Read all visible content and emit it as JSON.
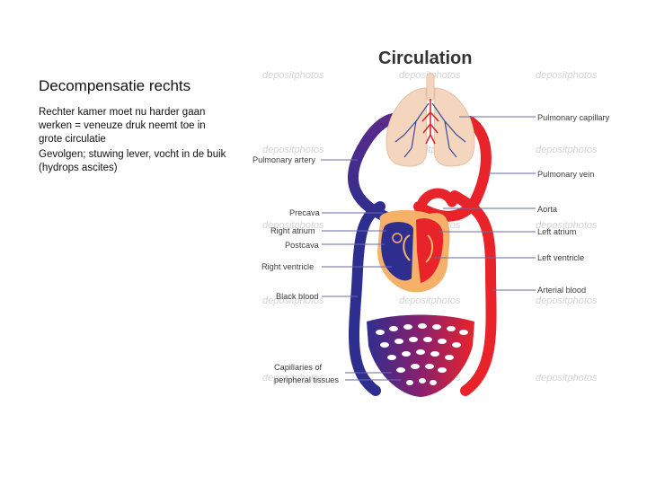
{
  "slide": {
    "title": "Decompensatie rechts",
    "body": [
      "Rechter kamer moet nu harder gaan werken = veneuze druk neemt toe in grote circulatie",
      "Gevolgen; stuwing lever, vocht in de buik (hydrops ascites)"
    ]
  },
  "figure": {
    "title": "Circulation",
    "watermark": "depositphotos",
    "labels": {
      "pulmonary_capillary": "Pulmonary capillary",
      "pulmonary_artery": "Pulmonary artery",
      "pulmonary_vein": "Pulmonary vein",
      "precava": "Precava",
      "aorta": "Aorta",
      "right_atrium": "Right atrium",
      "left_atrium": "Left atrium",
      "postcava": "Postcava",
      "left_ventricle": "Left ventricle",
      "right_ventricle": "Right ventricle",
      "arterial_blood": "Arterial blood",
      "black_blood": "Black blood",
      "capillaries_line1": "Capillaries of",
      "capillaries_line2": "peripheral tissues"
    },
    "colors": {
      "venous": "#2e2e8f",
      "arterial": "#e8242a",
      "lung": "#f4d6bf",
      "heart_wall": "#f5b16a",
      "leader": "#6a6aa8"
    }
  }
}
